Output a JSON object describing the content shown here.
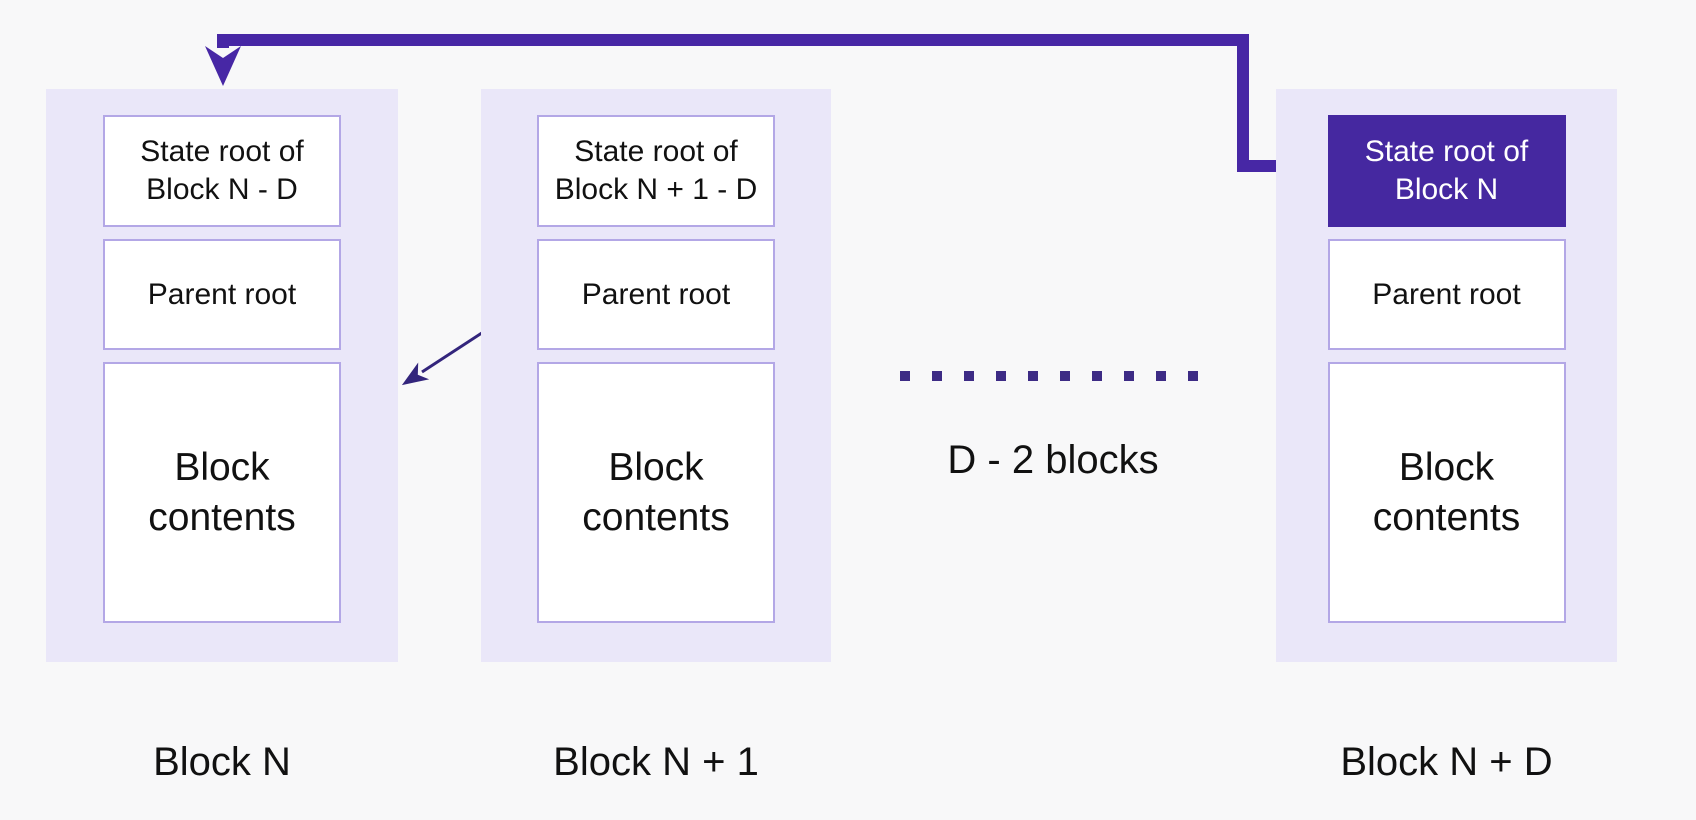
{
  "colors": {
    "background": "#f8f8f9",
    "container_fill": "#eae7f9",
    "box_fill": "#ffffff",
    "box_border": "#b3a7e6",
    "highlight_fill": "#4528a0",
    "highlight_text": "#ffffff",
    "arrow_thick": "#4727a5",
    "arrow_thin": "#33257c",
    "dots": "#3d2b85",
    "text": "#111111"
  },
  "blocks": [
    {
      "label": "Block N",
      "state_root_line1": "State root of",
      "state_root_line2": "Block N - D",
      "parent_root": "Parent root",
      "contents": "Block contents"
    },
    {
      "label": "Block N + 1",
      "state_root_line1": "State root of",
      "state_root_line2": "Block N + 1 - D",
      "parent_root": "Parent root",
      "contents": "Block contents"
    },
    {
      "label": "Block N + D",
      "state_root_line1": "State root of",
      "state_root_line2": "Block N",
      "parent_root": "Parent root",
      "contents": "Block contents"
    }
  ],
  "gap": {
    "label": "D - 2 blocks"
  },
  "icons": {
    "state_root_arrow": "elbow-double-headed-arrow",
    "parent_root_arrow": "diagonal-arrow",
    "ellipsis": "dotted-line"
  }
}
